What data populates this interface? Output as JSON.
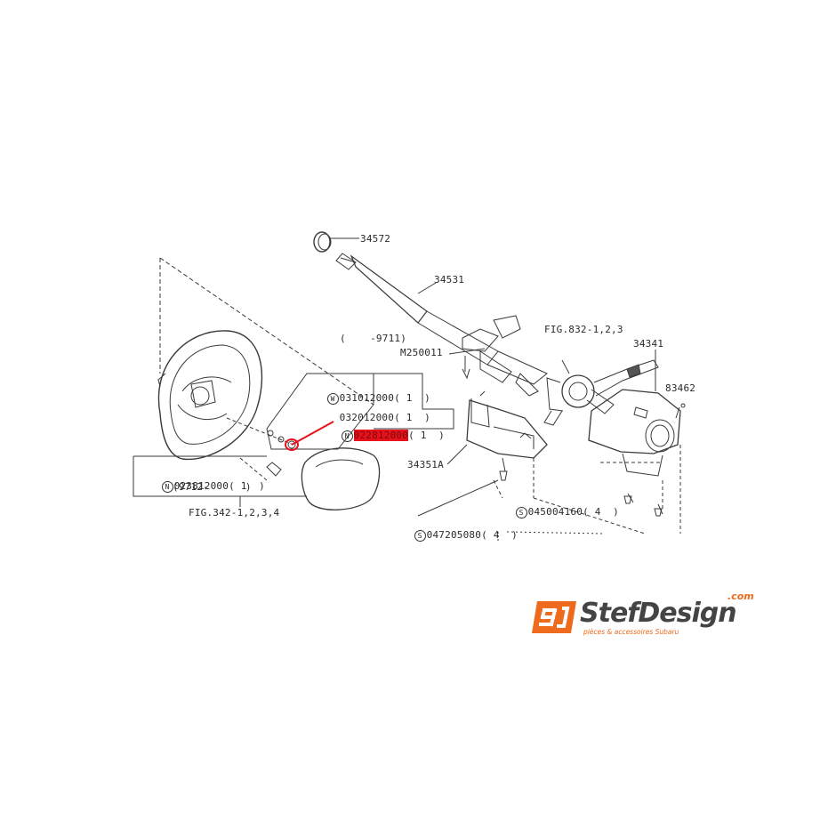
{
  "parts": {
    "p34572": "34572",
    "p34531": "34531",
    "pM250011": "M250011",
    "fig832": "FIG.832-1,2,3",
    "p34341": "34341",
    "p83462": "83462",
    "p34351A": "34351A",
    "date_range_top": "(    -9711)",
    "w_code": "031012000",
    "w_qty": "( 1  )",
    "plain_code": "032012000",
    "plain_qty": "( 1  )",
    "n_code_highlight": "022812000",
    "n_qty_highlight": "( 1  )",
    "n2_code": "023812000",
    "n2_qty": "( 1  )",
    "n2_range": "(9712-      )",
    "fig342": "FIG.342-1,2,3,4",
    "s1_code": "045004160",
    "s1_qty": "( 4  )",
    "s2_code": "047205080",
    "s2_qty": "( 4  )"
  },
  "markers": {
    "W": "W",
    "N": "N",
    "S": "S"
  },
  "logo": {
    "wordmark": "StefDesign",
    "dotcom": ".com",
    "tagline": "pièces & accessoires Subaru",
    "accent_color": "#ee6a1c"
  },
  "highlight_color": "#e8101a"
}
